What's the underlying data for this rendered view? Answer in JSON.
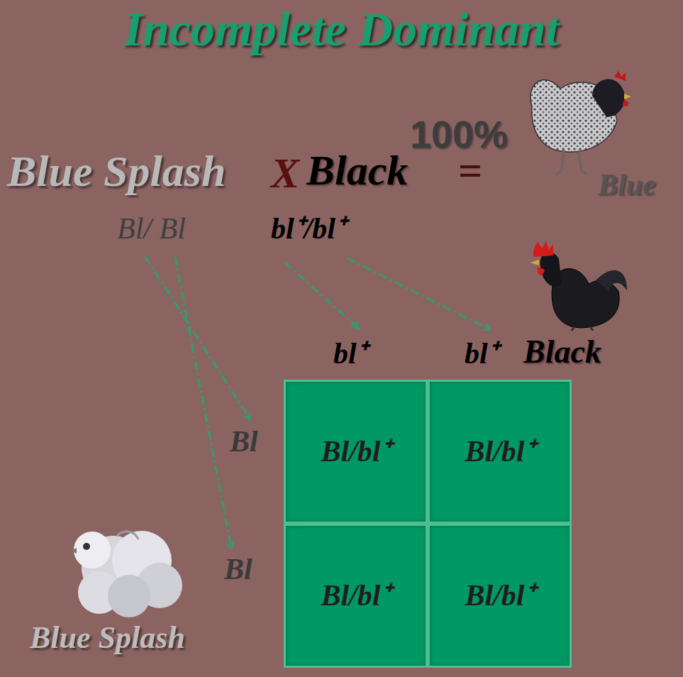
{
  "diagram": {
    "title": "Incomplete Dominant",
    "nodes": [
      {
        "text": [
          "Bl/bl⁺"
        ]
      },
      {
        "text": [
          "Bl/bl⁺"
        ]
      },
      {
        "text": [
          "Bl/bl⁺"
        ]
      },
      {
        "text": [
          "Bl/bl⁺"
        ]
      }
    ],
    "labels": [
      "100%",
      "Blue Splash",
      "X",
      "Black",
      "=",
      "Blue",
      "Bl/ Bl",
      "bl⁺/bl⁺",
      "bl⁺",
      "bl⁺",
      "Black",
      "Bl",
      "Bl",
      "Blue Splash"
    ]
  }
}
